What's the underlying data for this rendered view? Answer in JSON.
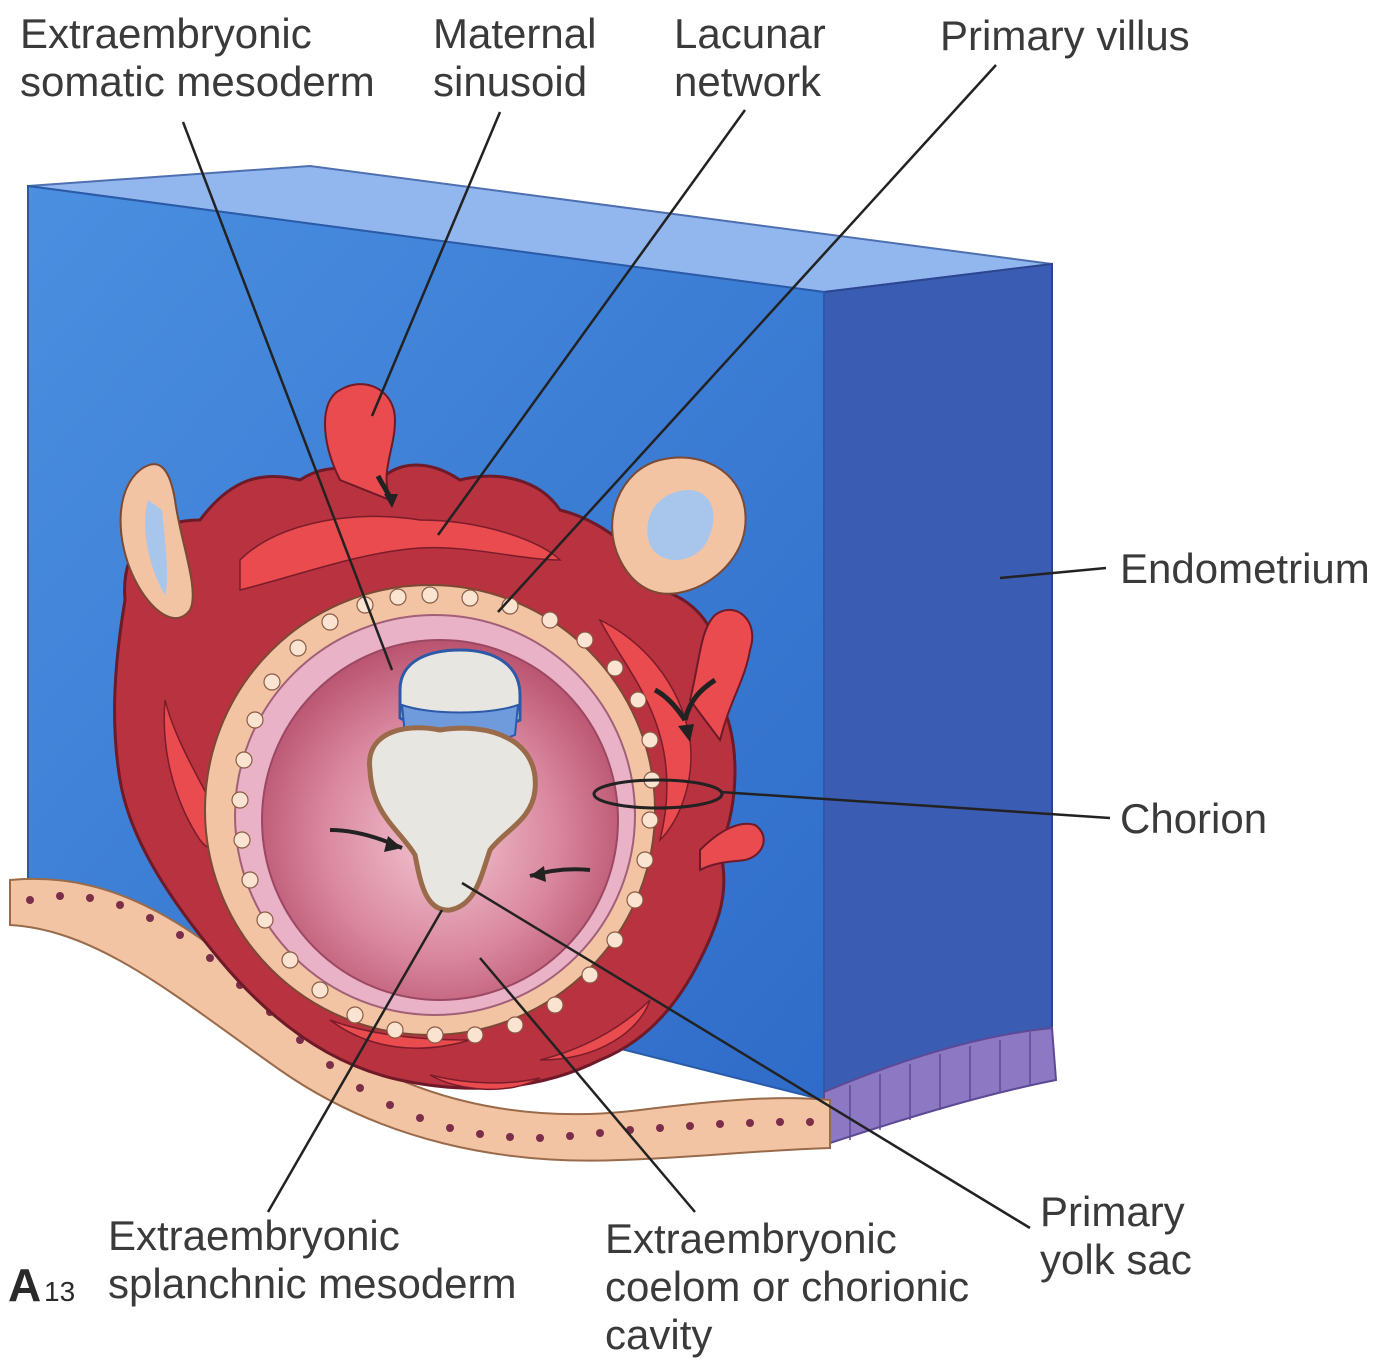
{
  "labels": {
    "somatic_mesoderm": "Extraembryonic\nsomatic mesoderm",
    "maternal_sinusoid": "Maternal\nsinusoid",
    "lacunar_network": "Lacunar\nnetwork",
    "primary_villus": "Primary villus",
    "endometrium": "Endometrium",
    "chorion": "Chorion",
    "splanchnic_mesoderm": "Extraembryonic\nsplanchnic mesoderm",
    "coelom": "Extraembryonic\ncoelom or chorionic\ncavity",
    "yolk_sac": "Primary\nyolk sac"
  },
  "panel": {
    "letter": "A",
    "sub": "13"
  },
  "colors": {
    "endometrium_front": "#3d7fd6",
    "endometrium_side": "#3b5fb5",
    "endometrium_top": "#8fb2ec",
    "trophoblast": "#b8323f",
    "lacunae": "#e94b4f",
    "chorionic_cavity": "#e4a0b5",
    "yolk_sac": "#e8e6e0",
    "amnion": "#a8c6ec",
    "epithelium": "#f2c4a3",
    "purple_epithelium": "#8d78c4",
    "leader_line": "#222222"
  }
}
